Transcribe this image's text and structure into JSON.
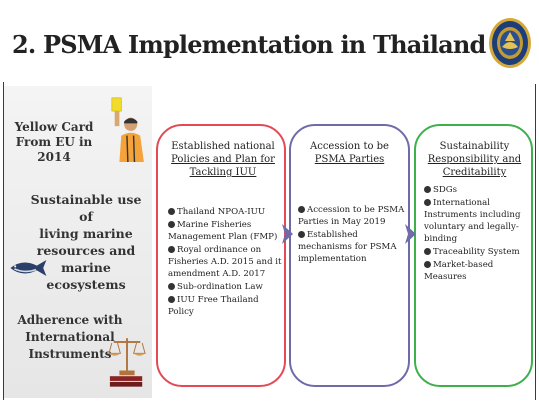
{
  "slide": {
    "title": "2. PSMA Implementation in Thailand",
    "left_items": [
      {
        "label_lines": [
          "Yellow Card",
          "From EU in 2014"
        ]
      },
      {
        "label_lines": [
          "Sustainable use of",
          "living marine",
          "resources and",
          "marine ecosystems"
        ]
      },
      {
        "label_lines": [
          "Adherence with",
          "International",
          "Instruments"
        ]
      }
    ],
    "boxes": [
      {
        "title_lines": [
          "Established national",
          "Policies and Plan for",
          "Tackling IUU"
        ],
        "bullets": [
          "Thailand NPOA-IUU",
          "Marine Fisheries Management Plan (FMP)",
          "Royal ordinance on Fisheries A.D. 2015 and it amendment  A.D. 2017",
          "Sub-ordination Law",
          "IUU Free Thailand Policy"
        ]
      },
      {
        "title_lines": [
          "Accession to be",
          "PSMA Parties"
        ],
        "bullets": [
          "Accession to be PSMA Parties in May 2019",
          "Established mechanisms for PSMA implementation"
        ]
      },
      {
        "title_lines": [
          "Sustainability",
          "Responsibility and",
          "Creditability"
        ],
        "bullets": [
          "SDGs",
          "International Instruments including voluntary and legally-binding",
          "Traceability System",
          "Market-based Measures"
        ]
      }
    ],
    "colors": {
      "box1_border": "#e34a55",
      "box2_border": "#6f6aa8",
      "box3_border": "#3db04a",
      "arrow": "#6f6aa8"
    }
  }
}
